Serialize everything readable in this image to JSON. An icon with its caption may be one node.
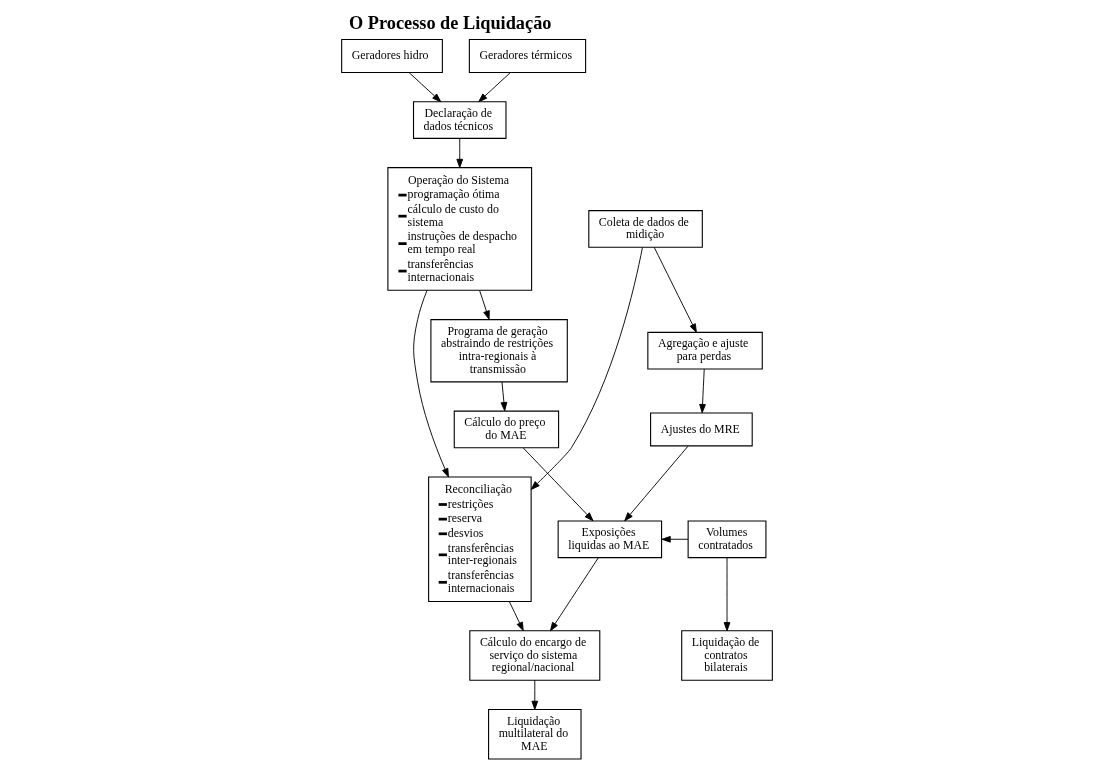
{
  "diagram": {
    "title": "O Processo de Liquidação",
    "nodes": [
      {
        "text": [
          "Geradores hidro"
        ]
      },
      {
        "text": [
          "Geradores térmicos"
        ]
      },
      {
        "text": [
          "Declaração de dados técnicos"
        ]
      },
      {
        "text": [
          "Operação do Sistema",
          "programação ótima",
          "cálculo de custo do sistema",
          "instruções de despacho em tempo real",
          "transferências internacionais"
        ]
      },
      {
        "text": [
          "Programa de geração abstraindo de restrições intra-regionais à transmissão"
        ]
      },
      {
        "text": [
          "Cálculo do preço do MAE"
        ]
      },
      {
        "text": [
          "Coleta de dados de midição"
        ]
      },
      {
        "text": [
          "Agregação e ajuste para perdas"
        ]
      },
      {
        "text": [
          "Ajustes do MRE"
        ]
      },
      {
        "text": [
          "Exposições liquidas ao MAE"
        ]
      },
      {
        "text": [
          "Volumes contratados"
        ]
      },
      {
        "text": [
          "Reconciliação",
          "restrições",
          "reserva",
          "desvios",
          "transferências inter-regionais",
          "transferências internacionais"
        ]
      },
      {
        "text": [
          "Cálculo do encargo de serviço do sistema regional/nacional"
        ]
      },
      {
        "text": [
          "Liquidação multilateral do MAE"
        ]
      },
      {
        "text": [
          "Liquidação de contratos bilaterais"
        ]
      }
    ],
    "edges": [
      {
        "from": 0,
        "to": 2,
        "arrow": "to"
      },
      {
        "from": 1,
        "to": 2,
        "arrow": "to"
      },
      {
        "from": 2,
        "to": 3,
        "arrow": "to"
      },
      {
        "from": 3,
        "to": 4,
        "arrow": "to"
      },
      {
        "from": 4,
        "to": 5,
        "arrow": "to"
      },
      {
        "from": 5,
        "to": 9,
        "arrow": "to"
      },
      {
        "from": 3,
        "to": 11,
        "arrow": "to"
      },
      {
        "from": 6,
        "to": 7,
        "arrow": "to"
      },
      {
        "from": 7,
        "to": 8,
        "arrow": "to"
      },
      {
        "from": 8,
        "to": 9,
        "arrow": "to"
      },
      {
        "from": 10,
        "to": 9,
        "arrow": "to"
      },
      {
        "from": 6,
        "to": 11,
        "arrow": "to"
      },
      {
        "from": 9,
        "to": 12,
        "arrow": "to"
      },
      {
        "from": 11,
        "to": 12,
        "arrow": "to"
      },
      {
        "from": 12,
        "to": 13,
        "arrow": "to"
      },
      {
        "from": 10,
        "to": 14,
        "arrow": "to"
      }
    ]
  }
}
